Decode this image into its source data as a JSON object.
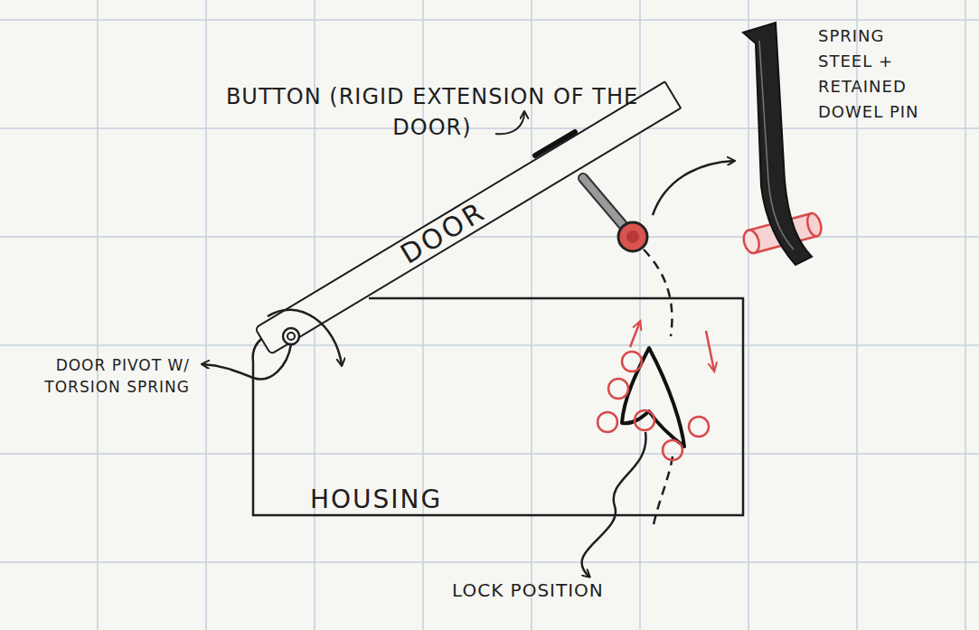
{
  "diagram": {
    "nodes": [
      {
        "text": [
          "DOOR"
        ]
      },
      {
        "text": [
          "HOUSING"
        ]
      }
    ],
    "labels": [
      "BUTTON (RIGID EXTENSION OF THE DOOR)",
      "SPRING STEEL + RETAINED DOWEL PIN",
      "DOOR PIVOT W/ TORSION SPRING",
      "LOCK POSITION"
    ]
  }
}
